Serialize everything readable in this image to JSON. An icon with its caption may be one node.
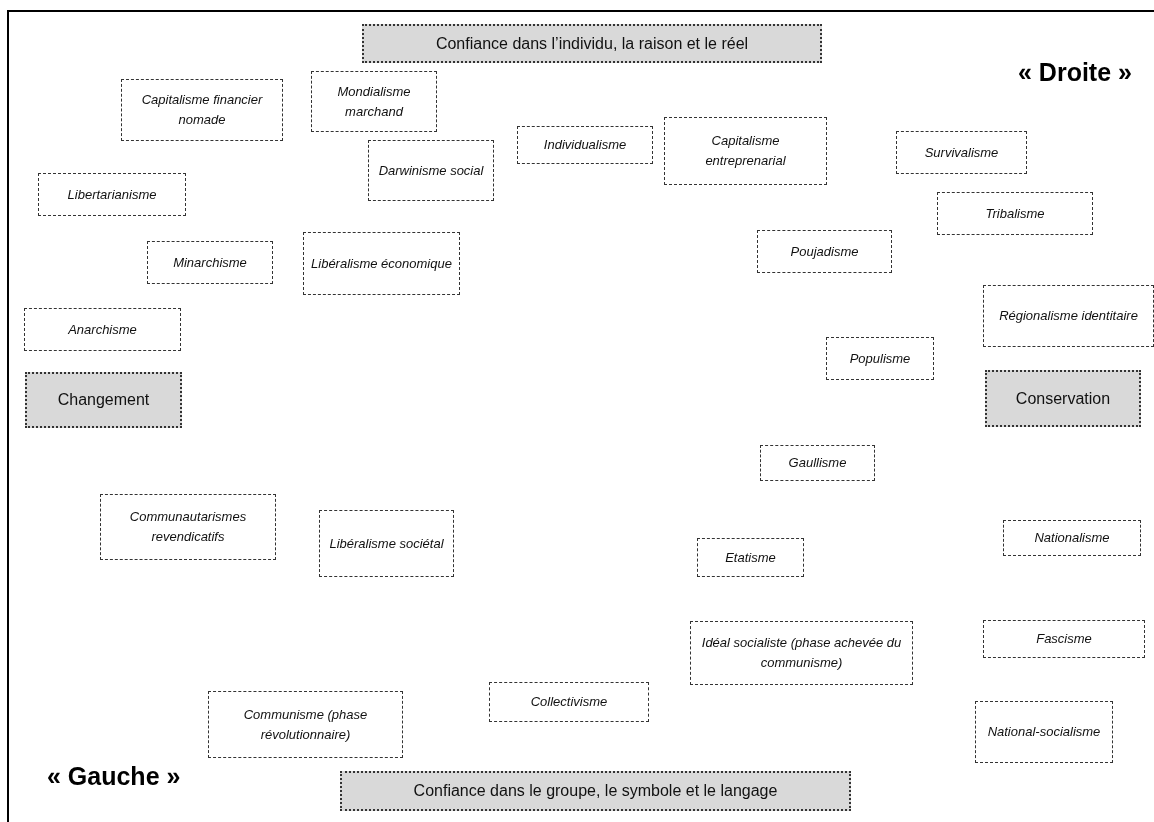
{
  "diagram": {
    "nodes": [
      {
        "text": [
          "Confiance dans l’individu, la raison et le réel"
        ]
      },
      {
        "text": [
          "Capitalisme financier nomade"
        ]
      },
      {
        "text": [
          "Mondialisme marchand"
        ]
      },
      {
        "text": [
          "Darwinisme social"
        ]
      },
      {
        "text": [
          "Individualisme"
        ]
      },
      {
        "text": [
          "Capitalisme entreprenarial"
        ]
      },
      {
        "text": [
          "Survivalisme"
        ]
      },
      {
        "text": [
          "Libertarianisme"
        ]
      },
      {
        "text": [
          "Tribalisme"
        ]
      },
      {
        "text": [
          "Minarchisme"
        ]
      },
      {
        "text": [
          "Libéralisme économique"
        ]
      },
      {
        "text": [
          "Poujadisme"
        ]
      },
      {
        "text": [
          "Anarchisme"
        ]
      },
      {
        "text": [
          "Régionalisme identitaire"
        ]
      },
      {
        "text": [
          "Populisme"
        ]
      },
      {
        "text": [
          "Changement"
        ]
      },
      {
        "text": [
          "Conservation"
        ]
      },
      {
        "text": [
          "Gaullisme"
        ]
      },
      {
        "text": [
          "Communautarismes revendicatifs"
        ]
      },
      {
        "text": [
          "Libéralisme sociétal"
        ]
      },
      {
        "text": [
          "Etatisme"
        ]
      },
      {
        "text": [
          "Nationalisme"
        ]
      },
      {
        "text": [
          "Idéal socialiste (phase achevée du communisme)"
        ]
      },
      {
        "text": [
          "Fascisme"
        ]
      },
      {
        "text": [
          "Collectivisme"
        ]
      },
      {
        "text": [
          "Communisme (phase révolutionnaire)"
        ]
      },
      {
        "text": [
          "National-socialisme"
        ]
      },
      {
        "text": [
          "Confiance dans le groupe, le symbole et le langage"
        ]
      }
    ],
    "labels": [
      "« Droite »",
      "« Gauche »"
    ]
  }
}
